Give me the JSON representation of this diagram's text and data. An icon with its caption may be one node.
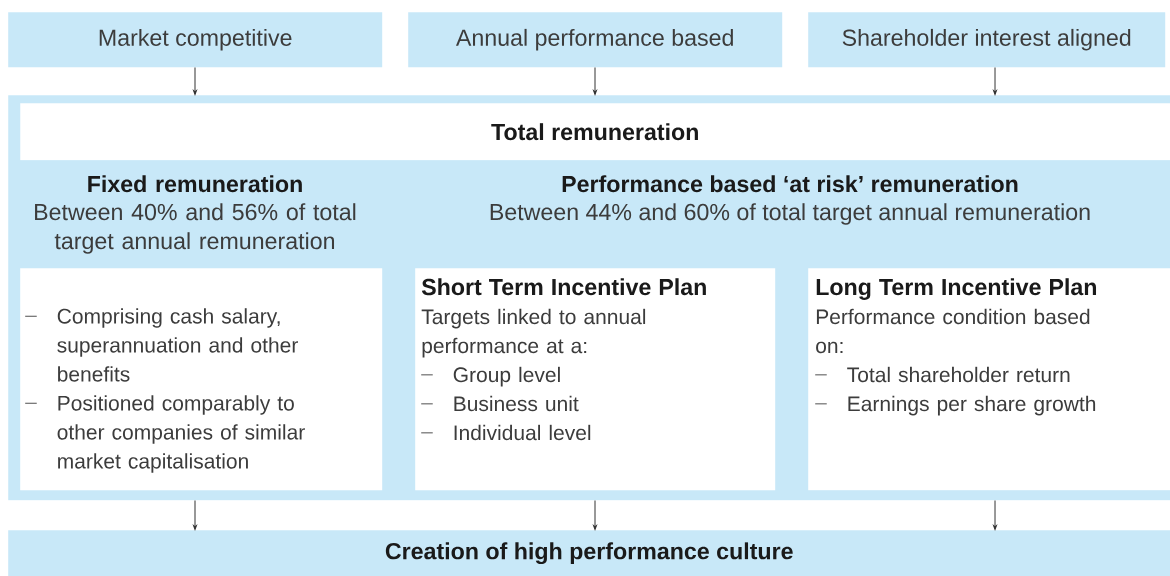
{
  "diagram": {
    "nodes": [
      {
        "text": [
          "Market competitive"
        ]
      },
      {
        "text": [
          "Annual performance based"
        ]
      },
      {
        "text": [
          "Shareholder interest aligned"
        ]
      },
      {
        "text": [],
        "shape": "box"
      },
      {
        "text": [
          "Total remuneration"
        ],
        "in": 3
      },
      {
        "text": [
          "Fixed remuneration",
          "Between 40% and 56% of total target annual remuneration",
          "Comprising cash salary, superannuation and other benefits",
          "Positioned comparably to other companies of similar market capitalisation"
        ],
        "in": 3
      },
      {
        "text": [
          "Short Term Incentive Plan",
          "Targets linked to annual performance at a:",
          "Group level",
          "Business unit",
          "Individual level"
        ],
        "in": 3
      },
      {
        "text": [
          "Long Term Incentive Plan",
          "Performance condition based on:",
          "Total shareholder return",
          "Earnings per share growth"
        ],
        "in": 3
      },
      {
        "text": [
          "Creation of high performance culture"
        ]
      }
    ],
    "edges": [
      {
        "from": 0,
        "to": 3,
        "arrow": "to"
      },
      {
        "from": 1,
        "to": 3,
        "arrow": "to"
      },
      {
        "from": 2,
        "to": 3,
        "arrow": "to"
      },
      {
        "from": 3,
        "to": 8,
        "arrow": "to"
      },
      {
        "from": 3,
        "to": 8,
        "arrow": "to"
      },
      {
        "from": 3,
        "to": 8,
        "arrow": "to"
      }
    ],
    "labels": [
      "Performance based ‘at risk’ remuneration",
      "Between 44% and 60% of total target annual remuneration"
    ]
  }
}
